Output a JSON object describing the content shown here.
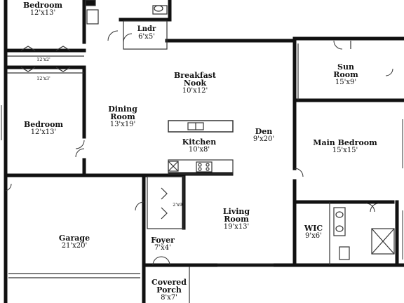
{
  "rooms": {
    "bedroom_top": {
      "name": "Bedroom",
      "dim": "12'x13'"
    },
    "bedroom_mid": {
      "name": "Bedroom",
      "dim": "12'x13'"
    },
    "laundry": {
      "name": "Lndr",
      "dim": "6'x5'"
    },
    "breakfast": {
      "name": "Breakfast Nook",
      "dim": "10'x12'"
    },
    "dining": {
      "name": "Dining Room",
      "dim": "13'x19'"
    },
    "kitchen": {
      "name": "Kitchen",
      "dim": "10'x8'"
    },
    "den": {
      "name": "Den",
      "dim": "9'x20'"
    },
    "sunroom": {
      "name": "Sun Room",
      "dim": "15'x9'"
    },
    "main_bedroom": {
      "name": "Main Bedroom",
      "dim": "15'x15'"
    },
    "living": {
      "name": "Living Room",
      "dim": "19'x13'"
    },
    "wic": {
      "name": "WIC",
      "dim": "9'x6'"
    },
    "garage": {
      "name": "Garage",
      "dim": "21'x20'"
    },
    "foyer": {
      "name": "Foyer",
      "dim": "7'x4'"
    },
    "porch": {
      "name": "Covered Porch",
      "dim": "8'x7'"
    }
  },
  "closets": {
    "closet_a": "12'x2'",
    "closet_b": "12'x3'",
    "closet_c": "2'x9'"
  }
}
